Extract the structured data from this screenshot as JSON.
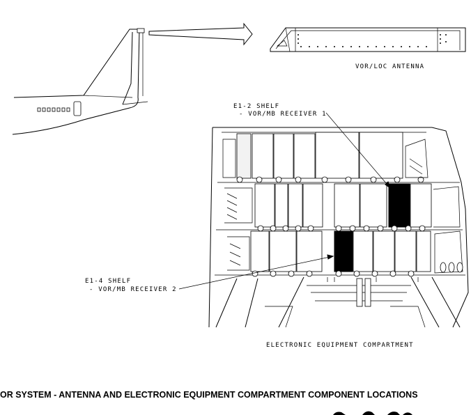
{
  "labels": {
    "antenna": "VOR/LOC ANTENNA",
    "e12_shelf": "E1-2 SHELF",
    "e12_receiver": "- VOR/MB RECEIVER 1",
    "e14_shelf": "E1-4 SHELF",
    "e14_receiver": "- VOR/MB RECEIVER 2",
    "compartment": "ELECTRONIC EQUIPMENT COMPARTMENT"
  },
  "caption": "OR SYSTEM - ANTENNA AND ELECTRONIC EQUIPMENT COMPARTMENT COMPONENT LOCATIONS"
}
